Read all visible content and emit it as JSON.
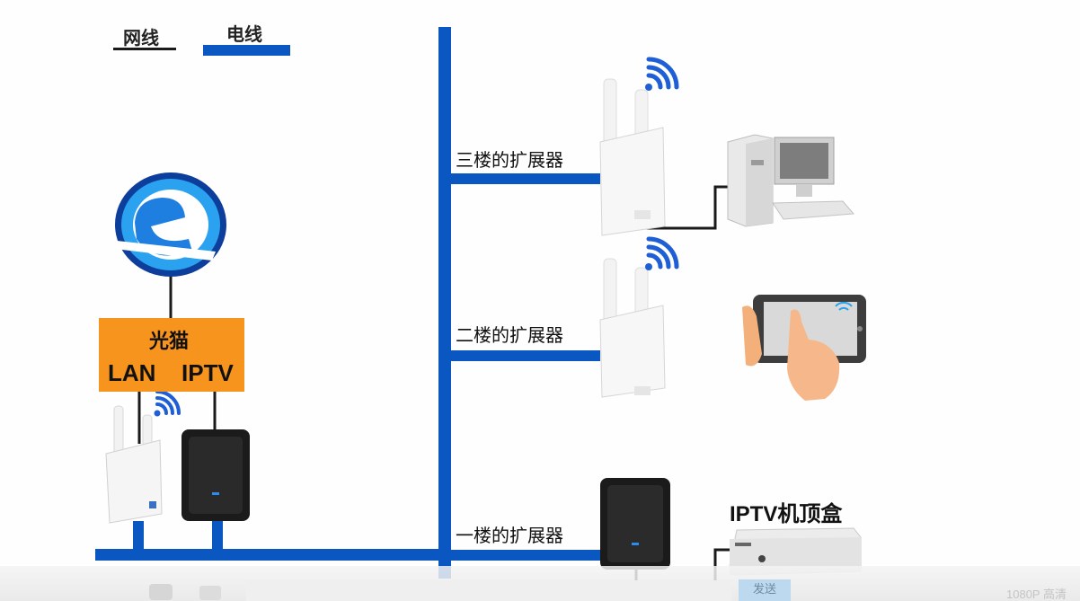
{
  "legend": {
    "network_cable": "网线",
    "power_line": "电线"
  },
  "colors": {
    "power_line": "#0a57c1",
    "network_cable": "#1a1a1a",
    "modem": "#f7941d",
    "wifi": "#1f5fd6"
  },
  "modem": {
    "title": "光猫",
    "lan_label": "LAN",
    "iptv_label": "IPTV"
  },
  "floors": {
    "third": "三楼的扩展器",
    "second": "二楼的扩展器",
    "first": "一楼的扩展器"
  },
  "set_top_box": {
    "label": "IPTV机顶盒"
  },
  "icons": [
    "internet-explorer-icon",
    "wifi-icon",
    "desktop-computer-icon",
    "tablet-icon",
    "set-top-box-icon"
  ],
  "player_bar": {
    "send_label": "发送",
    "quality_label": "1080P 高清"
  }
}
